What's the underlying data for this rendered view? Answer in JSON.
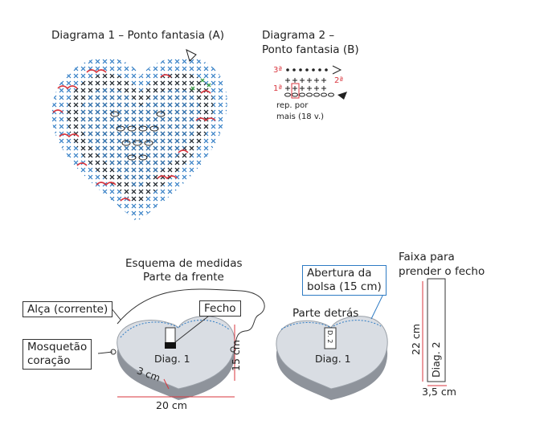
{
  "diagram1": {
    "title": "Diagrama 1 – Ponto fantasia (A)"
  },
  "diagram2": {
    "title_line1": "Diagrama 2 –",
    "title_line2": "Ponto fantasia (B)",
    "row1": "1ª",
    "row2": "2ª",
    "row3": "3ª",
    "repeat_line1": "rep. por",
    "repeat_line2": "mais (18 v.)"
  },
  "front": {
    "title_line1": "Esquema de medidas",
    "title_line2": "Parte da frente",
    "strap_label": "Alça (corrente)",
    "clasp_label_line1": "Mosquetão",
    "clasp_label_line2": "coração",
    "zipper_label": "Fecho",
    "heart_label": "Diag. 1",
    "height_dim": "15 cm",
    "depth_dim": "3 cm",
    "width_dim": "20 cm"
  },
  "back": {
    "title": "Parte detrás",
    "opening_line1": "Abertura da",
    "opening_line2": "bolsa (15 cm)",
    "heart_label": "Diag. 1",
    "d2_label": "D. 2"
  },
  "strip": {
    "title_line1": "Faixa para",
    "title_line2": "prender o fecho",
    "label": "Diag. 2",
    "length_dim": "22 cm",
    "width_dim": "3,5 cm"
  },
  "colors": {
    "blue": "#2e7bc4",
    "red": "#d9363e",
    "dark": "#222222",
    "green": "#3aa04a",
    "gray": "#d9dde3"
  }
}
